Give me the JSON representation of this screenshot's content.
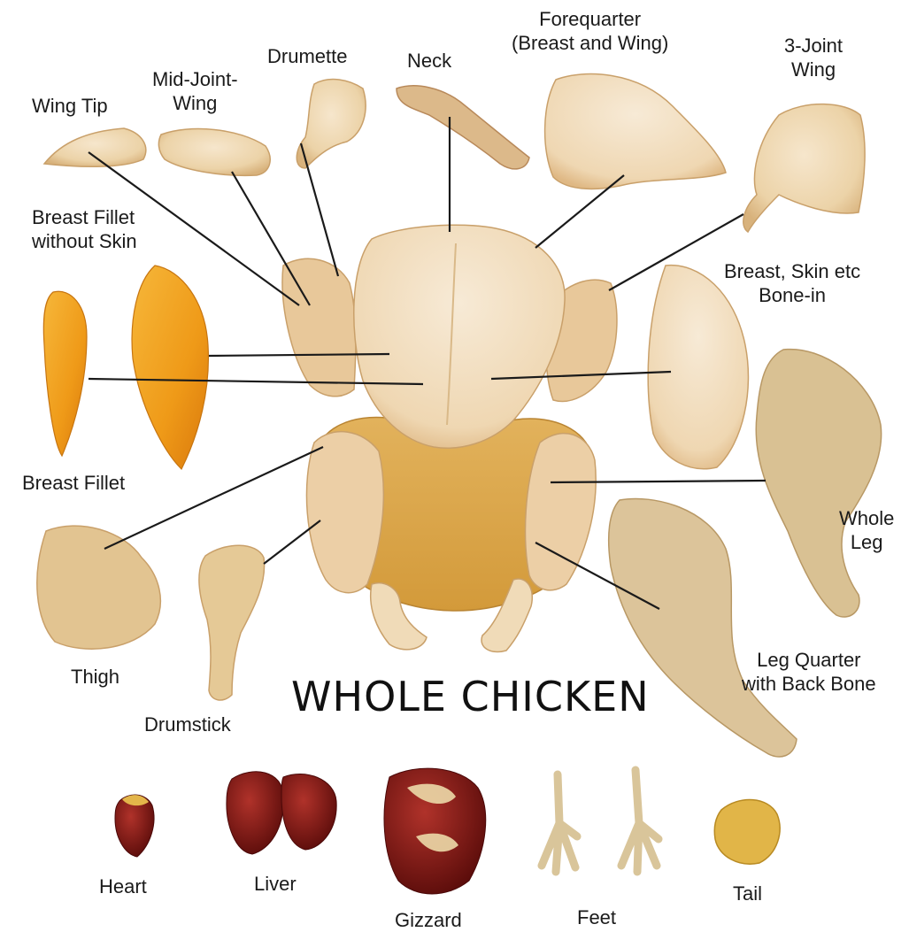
{
  "title": "WHOLE CHICKEN",
  "labels": {
    "wing_tip": "Wing Tip",
    "mid_joint_wing": "Mid-Joint-\nWing",
    "drumette": "Drumette",
    "neck": "Neck",
    "forequarter": "Forequarter\n(Breast and Wing)",
    "three_joint_wing": "3-Joint\nWing",
    "breast_fillet_without_skin": "Breast Fillet\nwithout Skin",
    "breast_skin_bone_in": "Breast, Skin etc\nBone-in",
    "breast_fillet": "Breast Fillet",
    "whole_leg": "Whole\nLeg",
    "thigh": "Thigh",
    "drumstick": "Drumstick",
    "leg_quarter": "Leg Quarter\nwith Back Bone",
    "heart": "Heart",
    "liver": "Liver",
    "gizzard": "Gizzard",
    "feet": "Feet",
    "tail": "Tail"
  },
  "colors": {
    "skin_light": "#f1d9b6",
    "skin_mid": "#e6c38f",
    "skin_shadow": "#c9a06a",
    "fillet": "#f0a020",
    "fillet_dark": "#d97a10",
    "organ_red": "#8c1a14",
    "organ_dark": "#5a0c0a",
    "leader_line": "#1a1a1a"
  }
}
